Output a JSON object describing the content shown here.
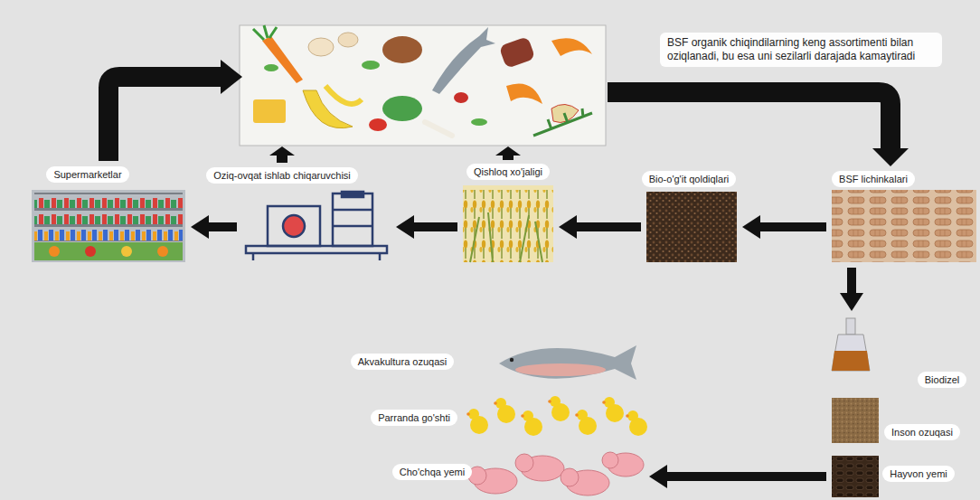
{
  "diagram": {
    "nodes": [
      {
        "text": [
          "BSF organik chiqindilarning keng assortimenti bilan oziqlanadi, bu esa uni sezilarli darajada kamaytiradi"
        ]
      },
      {
        "text": [
          "Supermarketlar"
        ]
      },
      {
        "text": [
          "Oziq-ovqat ishlab chiqaruvchisi"
        ]
      },
      {
        "text": [
          "Qishloq xo'jaligi"
        ]
      },
      {
        "text": [
          "Bio-o'g'it qoldiqlari"
        ]
      },
      {
        "text": [
          "BSF lichinkalari"
        ]
      },
      {
        "text": [
          "Akvakultura ozuqasi"
        ]
      },
      {
        "text": [
          "Biodizel"
        ]
      },
      {
        "text": [
          "Parranda go'shti"
        ]
      },
      {
        "text": [
          "Inson ozuqasi"
        ]
      },
      {
        "text": [
          "Cho'chqa yemi"
        ]
      },
      {
        "text": [
          "Hayvon yemi"
        ]
      }
    ],
    "edges": [
      {
        "from": 5,
        "to": 4,
        "arrow": "to"
      },
      {
        "from": 4,
        "to": 3,
        "arrow": "to"
      },
      {
        "from": 3,
        "to": 2,
        "arrow": "to"
      },
      {
        "from": 2,
        "to": 1,
        "arrow": "to"
      },
      {
        "from": 5,
        "to": 7,
        "arrow": "to"
      },
      {
        "from": 11,
        "to": 10,
        "arrow": "to"
      }
    ]
  }
}
